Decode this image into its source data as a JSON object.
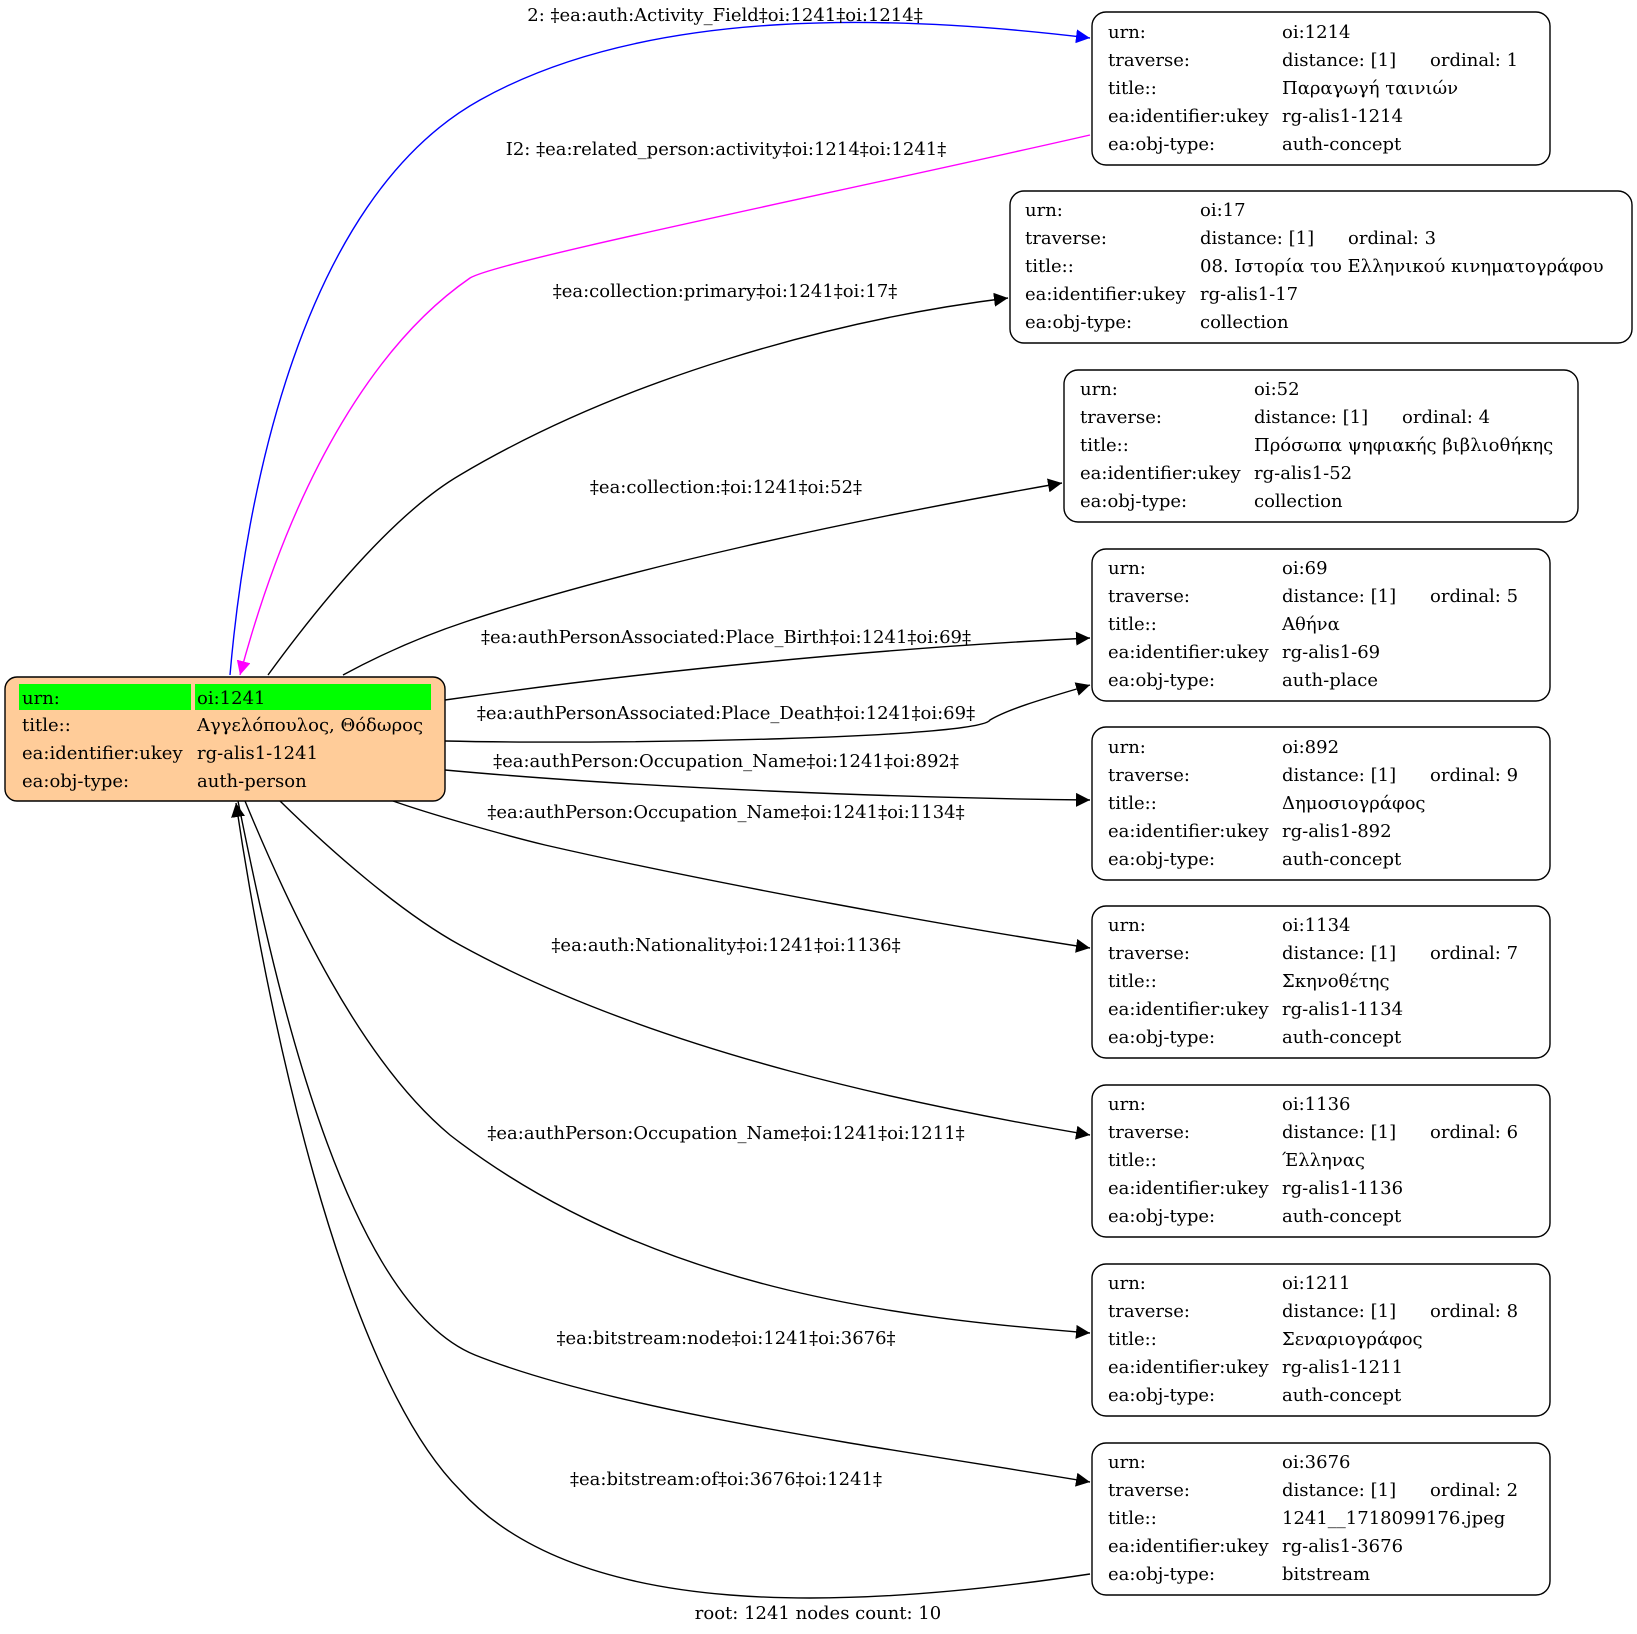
{
  "root_node": {
    "rows": [
      {
        "key": "urn:",
        "value": "oi:1241"
      },
      {
        "key": "title::",
        "value": "Αγγελόπουλος, Θόδωρος"
      },
      {
        "key": "ea:identifier:ukey",
        "value": "rg-alis1-1241"
      },
      {
        "key": "ea:obj-type:",
        "value": "auth-person"
      }
    ],
    "fill_color": "#ffcc99",
    "highlight_color": "#00ff00"
  },
  "nodes": [
    {
      "id": "oi1214",
      "urn": "oi:1214",
      "distance": "distance: [1]",
      "ordinal": "ordinal: 1",
      "title": "Παραγωγή ταινιών",
      "ukey": "rg-alis1-1214",
      "obj_type": "auth-concept"
    },
    {
      "id": "oi17",
      "urn": "oi:17",
      "distance": "distance: [1]",
      "ordinal": "ordinal: 3",
      "title": "08. Ιστορία του Ελληνικού κινηματογράφου",
      "ukey": "rg-alis1-17",
      "obj_type": "collection"
    },
    {
      "id": "oi52",
      "urn": "oi:52",
      "distance": "distance: [1]",
      "ordinal": "ordinal: 4",
      "title": "Πρόσωπα ψηφιακής βιβλιοθήκης",
      "ukey": "rg-alis1-52",
      "obj_type": "collection"
    },
    {
      "id": "oi69",
      "urn": "oi:69",
      "distance": "distance: [1]",
      "ordinal": "ordinal: 5",
      "title": "Αθήνα",
      "ukey": "rg-alis1-69",
      "obj_type": "auth-place"
    },
    {
      "id": "oi892",
      "urn": "oi:892",
      "distance": "distance: [1]",
      "ordinal": "ordinal: 9",
      "title": "Δημοσιογράφος",
      "ukey": "rg-alis1-892",
      "obj_type": "auth-concept"
    },
    {
      "id": "oi1134",
      "urn": "oi:1134",
      "distance": "distance: [1]",
      "ordinal": "ordinal: 7",
      "title": "Σκηνοθέτης",
      "ukey": "rg-alis1-1134",
      "obj_type": "auth-concept"
    },
    {
      "id": "oi1136",
      "urn": "oi:1136",
      "distance": "distance: [1]",
      "ordinal": "ordinal: 6",
      "title": "Έλληνας",
      "ukey": "rg-alis1-1136",
      "obj_type": "auth-concept"
    },
    {
      "id": "oi1211",
      "urn": "oi:1211",
      "distance": "distance: [1]",
      "ordinal": "ordinal: 8",
      "title": "Σεναριογράφος",
      "ukey": "rg-alis1-1211",
      "obj_type": "auth-concept"
    },
    {
      "id": "oi3676",
      "urn": "oi:3676",
      "distance": "distance: [1]",
      "ordinal": "ordinal: 2",
      "title": "1241__1718099176.jpeg",
      "ukey": "rg-alis1-3676",
      "obj_type": "bitstream"
    }
  ],
  "field_labels": {
    "urn": "urn:",
    "traverse": "traverse:",
    "title": "title::",
    "ukey": "ea:identifier:ukey",
    "obj_type": "ea:obj-type:"
  },
  "edges": [
    {
      "id": "e1",
      "label": "2: ‡ea:auth:Activity_Field‡oi:1241‡oi:1214‡",
      "color": "#0000ff"
    },
    {
      "id": "e2",
      "label": "I2: ‡ea:related_person:activity‡oi:1214‡oi:1241‡",
      "color": "#ff00ff"
    },
    {
      "id": "e3",
      "label": "‡ea:collection:primary‡oi:1241‡oi:17‡",
      "color": "#000000"
    },
    {
      "id": "e4",
      "label": "‡ea:collection:‡oi:1241‡oi:52‡",
      "color": "#000000"
    },
    {
      "id": "e5",
      "label": "‡ea:authPersonAssociated:Place_Birth‡oi:1241‡oi:69‡",
      "color": "#000000"
    },
    {
      "id": "e6",
      "label": "‡ea:authPersonAssociated:Place_Death‡oi:1241‡oi:69‡",
      "color": "#000000"
    },
    {
      "id": "e7",
      "label": "‡ea:authPerson:Occupation_Name‡oi:1241‡oi:892‡",
      "color": "#000000"
    },
    {
      "id": "e8",
      "label": "‡ea:authPerson:Occupation_Name‡oi:1241‡oi:1134‡",
      "color": "#000000"
    },
    {
      "id": "e9",
      "label": "‡ea:auth:Nationality‡oi:1241‡oi:1136‡",
      "color": "#000000"
    },
    {
      "id": "e10",
      "label": "‡ea:authPerson:Occupation_Name‡oi:1241‡oi:1211‡",
      "color": "#000000"
    },
    {
      "id": "e11",
      "label": "‡ea:bitstream:node‡oi:1241‡oi:3676‡",
      "color": "#000000"
    },
    {
      "id": "e12",
      "label": "‡ea:bitstream:of‡oi:3676‡oi:1241‡",
      "color": "#000000"
    }
  ],
  "footer": "root: 1241 nodes count: 10"
}
